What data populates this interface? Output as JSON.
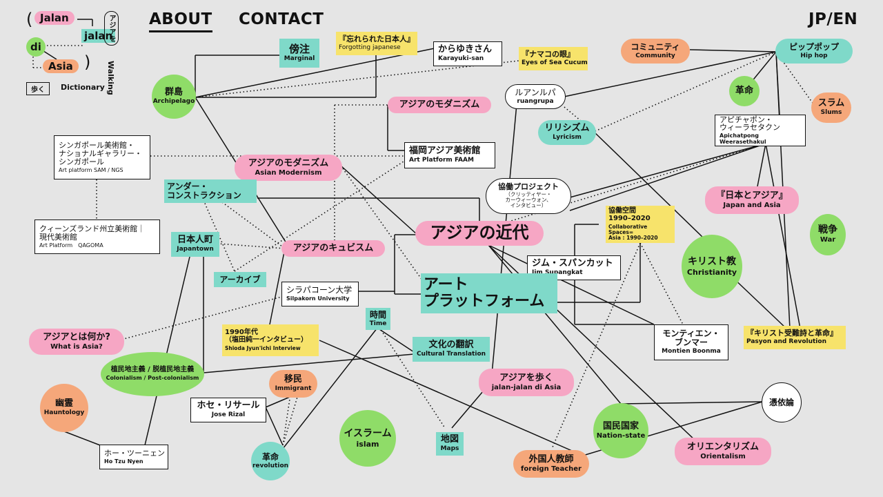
{
  "logo": {
    "word1": "Jalan",
    "word2": "jalan",
    "word3": "di",
    "word4": "Asia",
    "vertical_jp": "アジアを",
    "vertical_en": "Walking",
    "tag_jp": "歩く",
    "tag_en": "Dictionary"
  },
  "nav": {
    "about": "ABOUT",
    "contact": "CONTACT",
    "lang": "JP/EN"
  },
  "colors": {
    "pink": "#f6a6c4",
    "teal": "#7fd9c9",
    "yellow": "#f7e36b",
    "green": "#8fdc68",
    "orange": "#f5a77a",
    "background": "#e5e5e5"
  },
  "nodes": {
    "marginal": {
      "jp": "傍注",
      "en": "Marginal"
    },
    "forgotting": {
      "jp": "『忘れられた日本人』",
      "en": "Forgotting japanese"
    },
    "karayuki": {
      "jp": "からゆきさん",
      "en": "Karayuki-san"
    },
    "namako": {
      "jp": "『ナマコの眼』",
      "en": "Eyes of Sea Cucumber"
    },
    "community": {
      "jp": "コミュニティ",
      "en": "Community"
    },
    "hiphop": {
      "jp": "ピップポップ",
      "en": "Hip hop"
    },
    "archipelago": {
      "jp": "群島",
      "en": "Archipelago"
    },
    "ruangrupa": {
      "jp": "ルアンルパ",
      "en": "ruangrupa"
    },
    "revolution_top": {
      "jp": "革命"
    },
    "slums": {
      "jp": "スラム",
      "en": "Slums"
    },
    "asian_modernism_top": {
      "jp": "アジアのモダニズム"
    },
    "lyricism": {
      "jp": "リリシズム",
      "en": "Lyricism"
    },
    "apichatpong": {
      "jp": "アピチャポン・\nウィーラセタクン",
      "en": "Apichatpong Weerasethakul"
    },
    "singapore": {
      "jp": "シンガポール美術館・\nナショナルギャラリー・\nシンガポール",
      "en": "Art platform SAM / NGS"
    },
    "faam": {
      "jp": "福岡アジア美術館",
      "en": "Art Platform FAAM"
    },
    "asian_modernism": {
      "jp": "アジアのモダニズム",
      "en": "Asian Modernism"
    },
    "collab_project": {
      "jp": "協働プロジェクト",
      "en": "（クリッティヤー・\nカーウィーウォン、\nインタビュー）"
    },
    "under_construction": {
      "jp": "アンダー・\nコンストラクション"
    },
    "japan_and_asia": {
      "jp": "『日本とアジア』",
      "en": "Japan and Asia"
    },
    "queensland": {
      "jp": "クィーンズランド州立美術館｜\n現代美術館",
      "en": "Art Platform　QAGOMA"
    },
    "asia_modern": {
      "jp": "アジアの近代"
    },
    "collab_space": {
      "jp": "協働空間\n1990–2020",
      "en": "Collaborative Spaces=\nAsia : 1990–2020"
    },
    "war": {
      "jp": "戦争",
      "en": "War"
    },
    "japantown": {
      "jp": "日本人町",
      "en": "Japantown"
    },
    "asian_cubism": {
      "jp": "アジアのキュビスム"
    },
    "christianity": {
      "jp": "キリスト教",
      "en": "Christianity"
    },
    "jim": {
      "jp": "ジム・スパンカット",
      "en": "Jim Supangkat"
    },
    "archive": {
      "jp": "アーカイブ"
    },
    "silpakorn": {
      "jp": "シラパコーン大学",
      "en": "Silpakorn University"
    },
    "art_platform": {
      "jp": "アート\nプラットフォーム"
    },
    "time": {
      "jp": "時間",
      "en": "Time"
    },
    "montien": {
      "jp": "モンティエン・\nブンマー",
      "en": "Montien Boonma"
    },
    "pasyon": {
      "jp": "『キリスト受難詩と革命』",
      "en": "Pasyon and Revolution"
    },
    "what_is_asia": {
      "jp": "アジアとは何か?",
      "en": "What is Asia?"
    },
    "shioda": {
      "jp": "1990年代\n（塩田純一インタビュー）",
      "en": "Shioda Jyun'ichi Interview"
    },
    "cultural_translation": {
      "jp": "文化の翻訳",
      "en": "Cultural Translation"
    },
    "colonialism": {
      "jp": "植民地主義 / 脱植民地主義",
      "en": "Colonialism / Post-colonialism"
    },
    "immigrant": {
      "jp": "移民",
      "en": "Immigrant"
    },
    "walking_asia": {
      "jp": "アジアを歩く",
      "en": "jalan-jalan di Asia"
    },
    "hyoiron": {
      "jp": "憑依論"
    },
    "ghost": {
      "jp": "幽霊",
      "en": "Hauntology"
    },
    "jose": {
      "jp": "ホセ・リサール",
      "en": "Jose Rizal"
    },
    "islam": {
      "jp": "イスラーム",
      "en": "islam"
    },
    "nation_state": {
      "jp": "国民国家",
      "en": "Nation-state"
    },
    "maps": {
      "jp": "地図",
      "en": "Maps"
    },
    "orientalism": {
      "jp": "オリエンタリズム",
      "en": "Orientalism"
    },
    "ho_tzu_nyen": {
      "jp": "ホー・ツーニェン",
      "en": "Ho Tzu Nyen"
    },
    "revolution": {
      "jp": "革命",
      "en": "revolution"
    },
    "foreign_teacher": {
      "jp": "外国人教師",
      "en": "foreign Teacher"
    }
  }
}
